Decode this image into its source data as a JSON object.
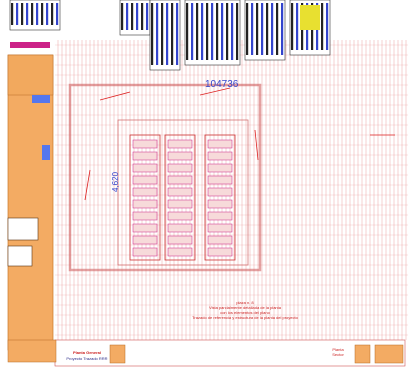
{
  "drawing": {
    "dimension_label": "104736",
    "vertical_dimension_label": "4,620",
    "general_note": [
      "plaza n. 8",
      "Vista parcialmente detallada de la planta",
      "con los elementos del plano",
      "Trazado de referencia y estructura de la planta del proyecto"
    ],
    "title_block": {
      "title": "Planta General",
      "subtitle": "Proyecto Trazado RRR"
    },
    "stamp": [
      "Planta",
      "Sector"
    ],
    "colors": {
      "linework": "#e06a6a",
      "dimension": "#3344cc",
      "fill": "#f0a860",
      "magenta": "#cc2288",
      "dark": "#222222"
    }
  }
}
